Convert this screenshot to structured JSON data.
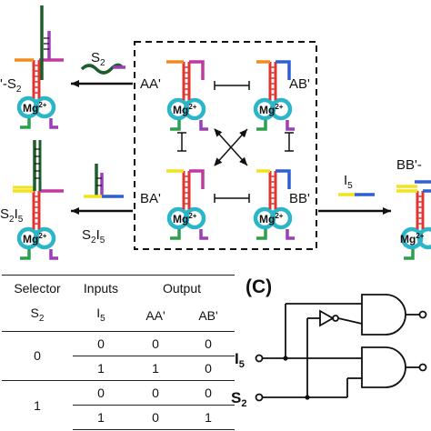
{
  "panel_c_label": "(C)",
  "states": {
    "aa": "AA'",
    "ab": "AB'",
    "ba": "BA'",
    "bb": "BB'"
  },
  "side_labels": {
    "left_top_product": "'-S",
    "left_top_product_sub": "2",
    "left_bottom_product": "S",
    "left_bottom_product_sub1": "2",
    "left_bottom_product_mid": "I",
    "left_bottom_product_sub2": "5",
    "right_product": "BB'-",
    "arrow_top_input": "S",
    "arrow_top_input_sub": "2",
    "arrow_bottom_input": "S",
    "arrow_bottom_input_sub1": "2",
    "arrow_bottom_input_mid": "I",
    "arrow_bottom_input_sub2": "5",
    "arrow_right_input": "I",
    "arrow_right_input_sub": "5"
  },
  "mg": {
    "text": "Mg",
    "sup": "2+"
  },
  "colors": {
    "stem_red": "#e3342f",
    "ring_cyan": "#2bb5c9",
    "green": "#2e9e4f",
    "purple": "#9b3fb5",
    "orange": "#f28b1e",
    "yellow": "#f2e21d",
    "blue": "#2f5fd0",
    "dark_green": "#1d5e2c",
    "magenta": "#c0399e"
  },
  "table": {
    "headers": [
      "Selector",
      "Inputs",
      "Output"
    ],
    "subheaders": [
      "S",
      "2",
      "I",
      "5",
      "AA'",
      "AB'"
    ],
    "rows": [
      [
        "0",
        "0",
        "0",
        "0"
      ],
      [
        "",
        "1",
        "1",
        "0"
      ],
      [
        "1",
        "0",
        "0",
        "0"
      ],
      [
        "",
        "1",
        "0",
        "1"
      ]
    ]
  },
  "circuit": {
    "input_i": "I",
    "input_i_sub": "5",
    "input_s": "S",
    "input_s_sub": "2"
  }
}
